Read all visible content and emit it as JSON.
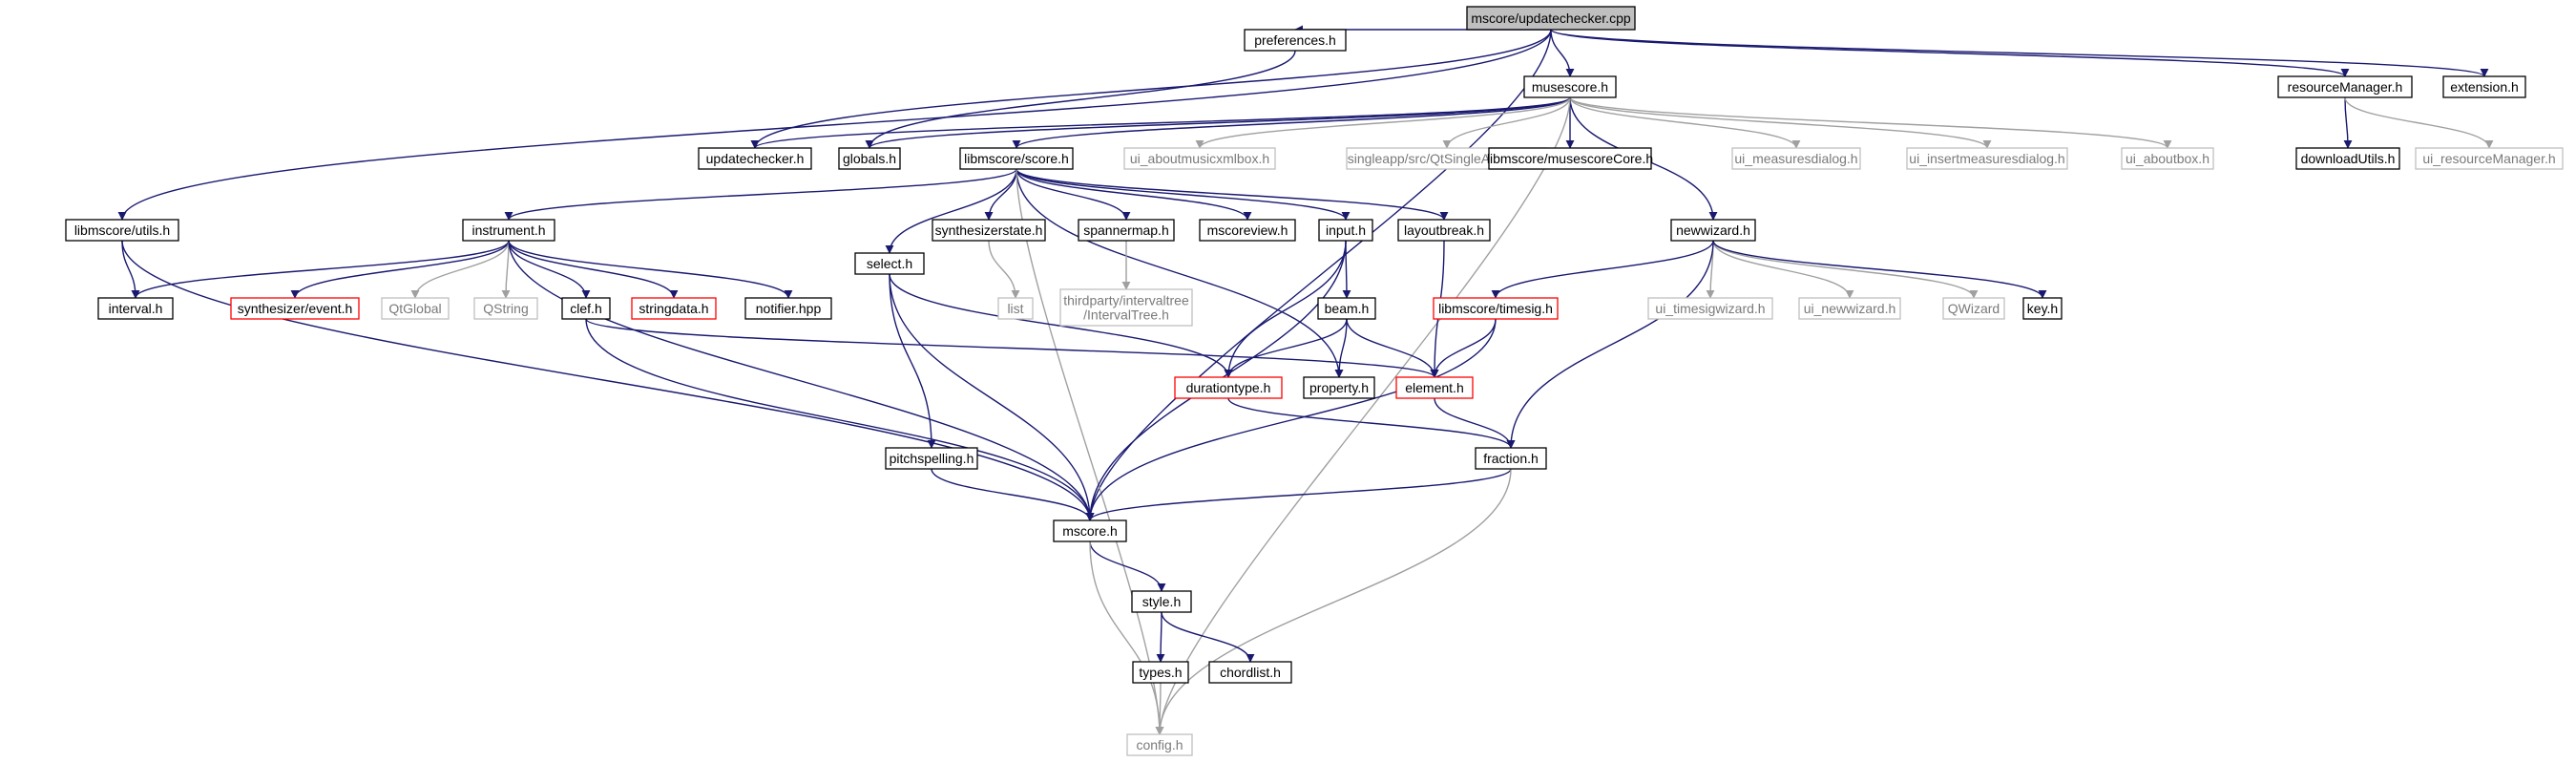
{
  "diagram": {
    "kind": "include-dependency-graph",
    "colors": {
      "edge_included": "#191970",
      "edge_external": "#a0a0a0",
      "border_normal": "#000000",
      "border_truncated": "#ff0000",
      "border_external": "#bfbfbf",
      "root_fill": "#bfbfbf"
    },
    "nodes": [
      {
        "id": "root",
        "label": "mscore/updatechecker.cpp",
        "style": "root"
      },
      {
        "id": "preferences",
        "label": "preferences.h",
        "style": "normal"
      },
      {
        "id": "musescore",
        "label": "musescore.h",
        "style": "normal"
      },
      {
        "id": "resourcemanager",
        "label": "resourceManager.h",
        "style": "normal"
      },
      {
        "id": "extension",
        "label": "extension.h",
        "style": "normal"
      },
      {
        "id": "updatechecker",
        "label": "updatechecker.h",
        "style": "normal"
      },
      {
        "id": "globals",
        "label": "globals.h",
        "style": "normal"
      },
      {
        "id": "score",
        "label": "libmscore/score.h",
        "style": "normal"
      },
      {
        "id": "ui_aboutmusicxml",
        "label": "ui_aboutmusicxmlbox.h",
        "style": "external"
      },
      {
        "id": "qtsingle",
        "label": "singleapp/src/QtSingleApplication",
        "style": "external"
      },
      {
        "id": "musescorecore",
        "label": "libmscore/musescoreCore.h",
        "style": "normal"
      },
      {
        "id": "ui_measures",
        "label": "ui_measuresdialog.h",
        "style": "external"
      },
      {
        "id": "ui_insertmeasures",
        "label": "ui_insertmeasuresdialog.h",
        "style": "external"
      },
      {
        "id": "ui_aboutbox",
        "label": "ui_aboutbox.h",
        "style": "external"
      },
      {
        "id": "downloadutils",
        "label": "downloadUtils.h",
        "style": "normal"
      },
      {
        "id": "ui_resourcemanager",
        "label": "ui_resourceManager.h",
        "style": "external"
      },
      {
        "id": "utils",
        "label": "libmscore/utils.h",
        "style": "normal"
      },
      {
        "id": "instrument",
        "label": "instrument.h",
        "style": "normal"
      },
      {
        "id": "synthstate",
        "label": "synthesizerstate.h",
        "style": "normal"
      },
      {
        "id": "spannermap",
        "label": "spannermap.h",
        "style": "normal"
      },
      {
        "id": "mscoreview",
        "label": "mscoreview.h",
        "style": "normal"
      },
      {
        "id": "input",
        "label": "input.h",
        "style": "normal"
      },
      {
        "id": "layoutbreak",
        "label": "layoutbreak.h",
        "style": "normal"
      },
      {
        "id": "newwizard",
        "label": "newwizard.h",
        "style": "normal"
      },
      {
        "id": "interval",
        "label": "interval.h",
        "style": "normal"
      },
      {
        "id": "synthevent",
        "label": "synthesizer/event.h",
        "style": "truncated"
      },
      {
        "id": "qtglobal",
        "label": "QtGlobal",
        "style": "external"
      },
      {
        "id": "qstring",
        "label": "QString",
        "style": "external"
      },
      {
        "id": "clef",
        "label": "clef.h",
        "style": "normal"
      },
      {
        "id": "stringdata",
        "label": "stringdata.h",
        "style": "truncated"
      },
      {
        "id": "notifier",
        "label": "notifier.hpp",
        "style": "normal"
      },
      {
        "id": "select",
        "label": "select.h",
        "style": "normal"
      },
      {
        "id": "list",
        "label": "list",
        "style": "external"
      },
      {
        "id": "intervaltree",
        "label": "thirdparty/intervaltree\n/IntervalTree.h",
        "style": "external"
      },
      {
        "id": "beam",
        "label": "beam.h",
        "style": "normal"
      },
      {
        "id": "timesig",
        "label": "libmscore/timesig.h",
        "style": "truncated"
      },
      {
        "id": "ui_timesigwizard",
        "label": "ui_timesigwizard.h",
        "style": "external"
      },
      {
        "id": "ui_newwizard",
        "label": "ui_newwizard.h",
        "style": "external"
      },
      {
        "id": "qwizard",
        "label": "QWizard",
        "style": "external"
      },
      {
        "id": "key",
        "label": "key.h",
        "style": "normal"
      },
      {
        "id": "durationtype",
        "label": "durationtype.h",
        "style": "truncated"
      },
      {
        "id": "property",
        "label": "property.h",
        "style": "normal"
      },
      {
        "id": "element",
        "label": "element.h",
        "style": "truncated"
      },
      {
        "id": "pitchspelling",
        "label": "pitchspelling.h",
        "style": "normal"
      },
      {
        "id": "fraction",
        "label": "fraction.h",
        "style": "normal"
      },
      {
        "id": "mscore",
        "label": "mscore.h",
        "style": "normal"
      },
      {
        "id": "style",
        "label": "style.h",
        "style": "normal"
      },
      {
        "id": "types",
        "label": "types.h",
        "style": "normal"
      },
      {
        "id": "chordlist",
        "label": "chordlist.h",
        "style": "normal"
      },
      {
        "id": "config",
        "label": "config.h",
        "style": "external"
      }
    ],
    "edges": [
      [
        "root",
        "preferences"
      ],
      [
        "root",
        "musescore"
      ],
      [
        "root",
        "resourcemanager"
      ],
      [
        "root",
        "extension"
      ],
      [
        "root",
        "updatechecker"
      ],
      [
        "root",
        "utils"
      ],
      [
        "root",
        "mscore"
      ],
      [
        "preferences",
        "globals"
      ],
      [
        "musescore",
        "globals"
      ],
      [
        "musescore",
        "updatechecker"
      ],
      [
        "musescore",
        "score"
      ],
      [
        "musescore",
        "ui_aboutmusicxml"
      ],
      [
        "musescore",
        "qtsingle"
      ],
      [
        "musescore",
        "musescorecore"
      ],
      [
        "musescore",
        "ui_measures"
      ],
      [
        "musescore",
        "ui_insertmeasures"
      ],
      [
        "musescore",
        "ui_aboutbox"
      ],
      [
        "musescore",
        "newwizard"
      ],
      [
        "musescore",
        "config"
      ],
      [
        "resourcemanager",
        "downloadutils"
      ],
      [
        "resourcemanager",
        "ui_resourcemanager"
      ],
      [
        "utils",
        "interval"
      ],
      [
        "utils",
        "mscore"
      ],
      [
        "score",
        "instrument"
      ],
      [
        "score",
        "synthstate"
      ],
      [
        "score",
        "spannermap"
      ],
      [
        "score",
        "mscoreview"
      ],
      [
        "score",
        "input"
      ],
      [
        "score",
        "layoutbreak"
      ],
      [
        "score",
        "select"
      ],
      [
        "score",
        "property"
      ],
      [
        "score",
        "config"
      ],
      [
        "instrument",
        "interval"
      ],
      [
        "instrument",
        "synthevent"
      ],
      [
        "instrument",
        "qtglobal"
      ],
      [
        "instrument",
        "qstring"
      ],
      [
        "instrument",
        "clef"
      ],
      [
        "instrument",
        "stringdata"
      ],
      [
        "instrument",
        "notifier"
      ],
      [
        "instrument",
        "mscore"
      ],
      [
        "synthstate",
        "list"
      ],
      [
        "spannermap",
        "intervaltree"
      ],
      [
        "input",
        "beam"
      ],
      [
        "input",
        "durationtype"
      ],
      [
        "input",
        "mscore"
      ],
      [
        "layoutbreak",
        "element"
      ],
      [
        "newwizard",
        "timesig"
      ],
      [
        "newwizard",
        "ui_timesigwizard"
      ],
      [
        "newwizard",
        "ui_newwizard"
      ],
      [
        "newwizard",
        "qwizard"
      ],
      [
        "newwizard",
        "key"
      ],
      [
        "newwizard",
        "fraction"
      ],
      [
        "clef",
        "element"
      ],
      [
        "clef",
        "mscore"
      ],
      [
        "select",
        "durationtype"
      ],
      [
        "select",
        "pitchspelling"
      ],
      [
        "select",
        "mscore"
      ],
      [
        "beam",
        "durationtype"
      ],
      [
        "beam",
        "property"
      ],
      [
        "beam",
        "element"
      ],
      [
        "timesig",
        "element"
      ],
      [
        "timesig",
        "mscore"
      ],
      [
        "durationtype",
        "fraction"
      ],
      [
        "element",
        "fraction"
      ],
      [
        "pitchspelling",
        "mscore"
      ],
      [
        "fraction",
        "mscore"
      ],
      [
        "fraction",
        "config"
      ],
      [
        "mscore",
        "style"
      ],
      [
        "mscore",
        "config"
      ],
      [
        "style",
        "types"
      ],
      [
        "style",
        "chordlist"
      ],
      [
        "types",
        "config"
      ]
    ]
  }
}
